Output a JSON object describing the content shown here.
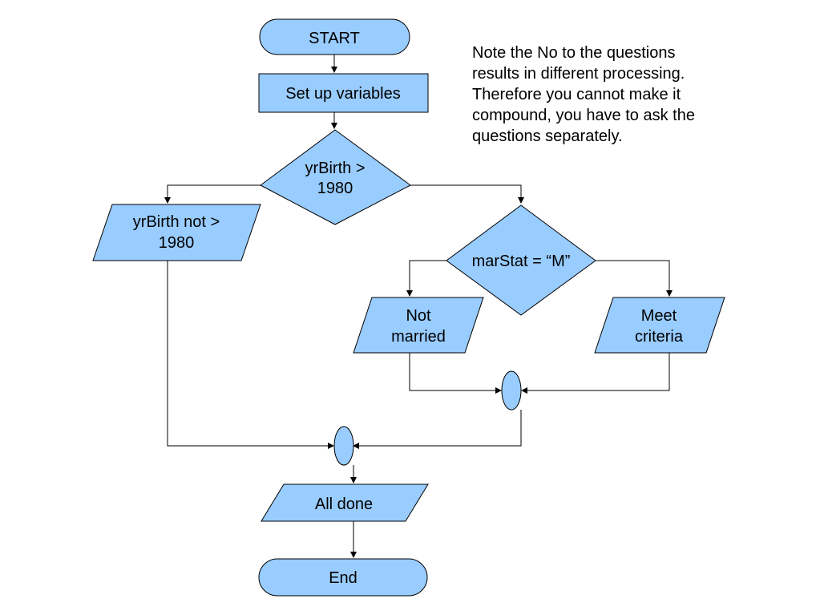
{
  "colors": {
    "shape_fill": "#99ccff",
    "stroke": "#000000"
  },
  "nodes": {
    "start": {
      "label": "START"
    },
    "setup": {
      "label": "Set up variables"
    },
    "decision_birth": {
      "line1": "yrBirth >",
      "line2": "1980"
    },
    "not_gt": {
      "line1": "yrBirth not >",
      "line2": "1980"
    },
    "decision_marstat": {
      "label": "marStat = “M”"
    },
    "not_married": {
      "line1": "Not",
      "line2": "married"
    },
    "meet_criteria": {
      "line1": "Meet",
      "line2": "criteria"
    },
    "all_done": {
      "label": "All done"
    },
    "end": {
      "label": "End"
    }
  },
  "note": {
    "lines": [
      "Note the No to the questions",
      "results in different processing.",
      "Therefore you cannot make it",
      "compound, you have to ask the",
      "questions separately."
    ]
  }
}
